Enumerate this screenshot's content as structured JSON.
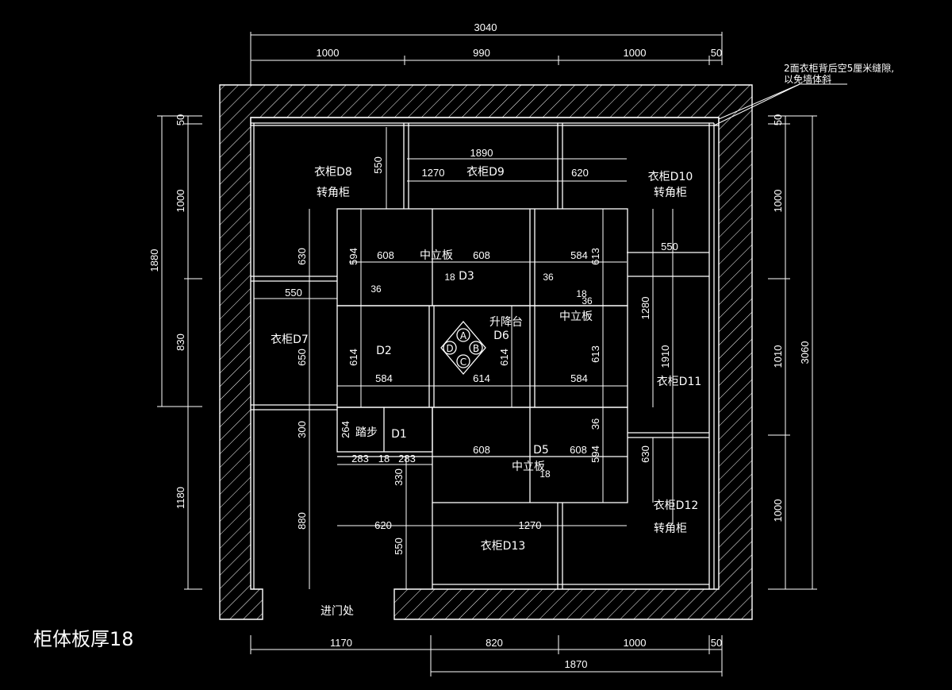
{
  "note": {
    "line1": "2面衣柜背后空5厘米缝隙,",
    "line2": "以免墙体斜"
  },
  "title": "柜体板厚18",
  "entrance": "进门处",
  "dims": {
    "top_total": "3040",
    "top_1": "1000",
    "top_2": "990",
    "top_3": "1000",
    "top_4": "50",
    "bottom_1": "1170",
    "bottom_2": "820",
    "bottom_3": "1000",
    "bottom_4": "50",
    "bottom_total": "1870",
    "left_total": "1880",
    "left_50": "50",
    "left_1000": "1000",
    "left_830": "830",
    "left_1180": "1180",
    "right_50": "50",
    "right_1000a": "1000",
    "right_1010": "1010",
    "right_1000b": "1000",
    "right_total": "3060"
  },
  "labels": {
    "d8": "衣柜D8",
    "d8_sub": "转角柜",
    "d9": "衣柜D9",
    "d10": "衣柜D10",
    "d10_sub": "转角柜",
    "d7": "衣柜D7",
    "d11": "衣柜D11",
    "d12": "衣柜D12",
    "d12_sub": "转角柜",
    "d13": "衣柜D13",
    "d3": "D3",
    "d2": "D2",
    "d6": "D6",
    "d5": "D5",
    "d1": "D1",
    "lift": "升降台",
    "mid_board_1": "中立板",
    "mid_board_2": "中立板",
    "mid_board_3": "中立板",
    "step": "踏步",
    "circle_a": "A",
    "circle_b": "B",
    "circle_c": "C",
    "circle_d": "D"
  },
  "inner": {
    "d550_top": "550",
    "d1890": "1890",
    "d1270_top": "1270",
    "d620_top": "620",
    "d630_left": "630",
    "d594_a": "594",
    "d608_a": "608",
    "d608_b": "608",
    "d584_a": "584",
    "d613_a": "613",
    "d550_right": "550",
    "d18_a": "18",
    "d36_a": "36",
    "d36_b": "36",
    "d18_b": "18",
    "d36_c": "36",
    "d550_left": "550",
    "d650": "650",
    "d614_a": "614",
    "d584_b": "584",
    "d614_b": "614",
    "d614_c": "614",
    "d613_b": "613",
    "d584_c": "584",
    "d1280": "1280",
    "d1910": "1910",
    "d300": "300",
    "d264": "264",
    "d283_a": "283",
    "d18_c": "18",
    "d283_b": "283",
    "d330": "330",
    "d608_c": "608",
    "d608_d": "608",
    "d594_b": "594",
    "d36_d": "36",
    "d18_d": "18",
    "d630_right": "630",
    "d880": "880",
    "d620_bottom": "620",
    "d1270_bottom": "1270",
    "d550_bottom": "550"
  }
}
